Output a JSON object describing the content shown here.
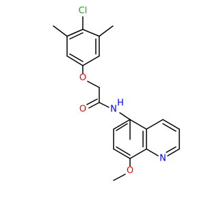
{
  "molecule": {
    "atoms": {
      "cl": {
        "symbol": "Cl",
        "color": "#2ca02c"
      },
      "o_ether": {
        "symbol": "O",
        "color": "#ff0000"
      },
      "o_carbonyl": {
        "symbol": "O",
        "color": "#ff0000"
      },
      "n_amide": {
        "symbol": "N",
        "color": "#0000ff"
      },
      "h_amide": {
        "symbol": "H",
        "color": "#0000ff"
      },
      "n_ring": {
        "symbol": "N",
        "color": "#0000ff"
      },
      "o_methoxy": {
        "symbol": "O",
        "color": "#ff0000"
      }
    },
    "bond_color": "#000000"
  }
}
